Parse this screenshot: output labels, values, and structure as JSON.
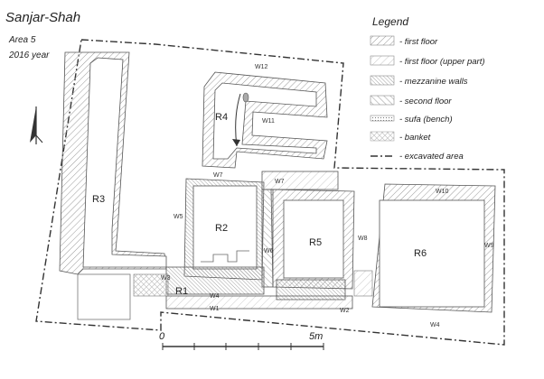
{
  "title": "Sanjar-Shah",
  "area": "Area 5",
  "year": "2016 year",
  "legend": {
    "heading": "Legend",
    "items": [
      {
        "label": "- first floor",
        "pattern": "hatch"
      },
      {
        "label": "- first floor (upper part)",
        "pattern": "hatch-light"
      },
      {
        "label": "- mezzanine walls",
        "pattern": "hatch-dense"
      },
      {
        "label": "- second floor",
        "pattern": "hatch-cross"
      },
      {
        "label": "- sufa (bench)",
        "pattern": "dots"
      },
      {
        "label": "- banket",
        "pattern": "crosshatch"
      },
      {
        "label": "- excavated area",
        "pattern": "dashdot"
      }
    ]
  },
  "rooms": [
    "R1",
    "R2",
    "R3",
    "R4",
    "R5",
    "R6"
  ],
  "walls": [
    "W1",
    "W2",
    "W3",
    "W4",
    "W4",
    "W5",
    "W6",
    "W7",
    "W7",
    "W8",
    "W9",
    "W10",
    "W11",
    "W12"
  ],
  "scale": {
    "start": "0",
    "end": "5m"
  },
  "colors": {
    "line": "#333333",
    "hatch": "#8a8a8a",
    "background": "#ffffff"
  }
}
